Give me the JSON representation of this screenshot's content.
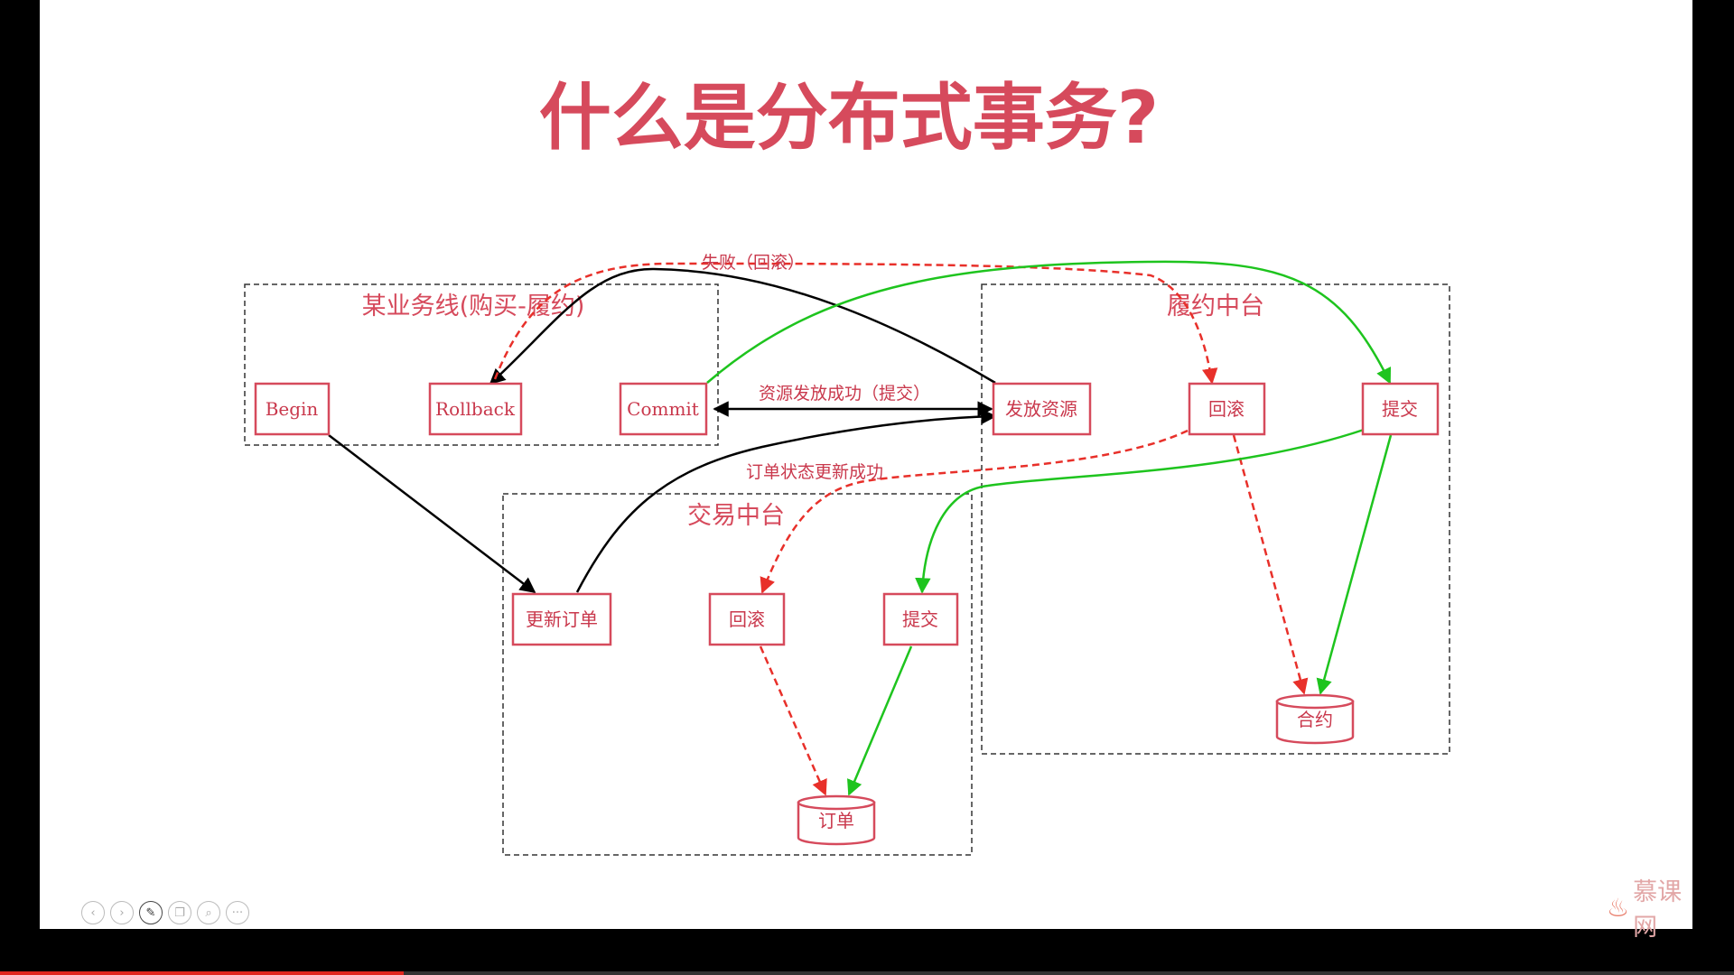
{
  "slide": {
    "title": "什么是分布式事务?",
    "groups": {
      "business": "某业务线(购买-履约)",
      "fulfillment": "履约中台",
      "trade": "交易中台"
    },
    "nodes": {
      "begin": "Begin",
      "rollback": "Rollback",
      "commit": "Commit",
      "issue_resource": "发放资源",
      "fulfill_rollback": "回滚",
      "fulfill_commit": "提交",
      "update_order": "更新订单",
      "trade_rollback": "回滚",
      "trade_commit": "提交",
      "contract_db": "合约",
      "order_db": "订单"
    },
    "edge_labels": {
      "fail_rollback": "失败（回滚）",
      "resource_success": "资源发放成功（提交）",
      "order_update_success": "订单状态更新成功"
    }
  },
  "toolbar": {
    "prev_icon": "‹",
    "next_icon": "›",
    "pen_icon": "✎",
    "copy_icon": "❐",
    "zoom_icon": "⌕",
    "more_icon": "···"
  },
  "brand": {
    "name": "慕课网"
  },
  "progress": {
    "played_fraction": 0.233
  },
  "colors": {
    "title": "#d64a5c",
    "success_edge": "#1ec41e",
    "rollback_edge": "#e8302a",
    "call_edge": "#000000",
    "progress": "#e0261e"
  }
}
